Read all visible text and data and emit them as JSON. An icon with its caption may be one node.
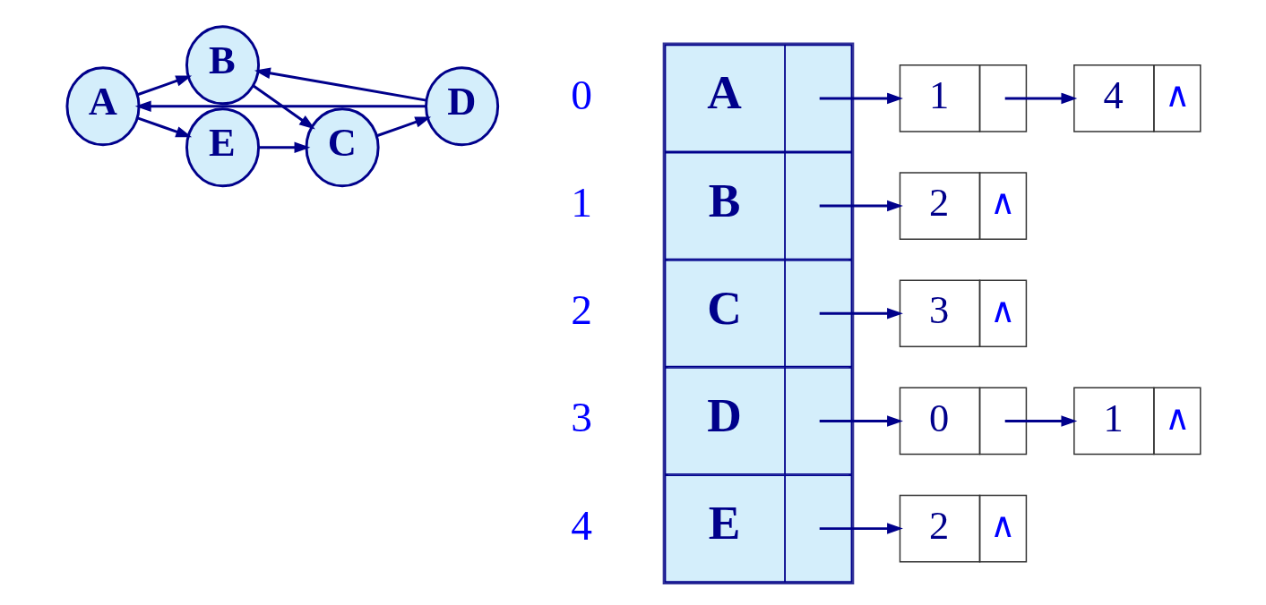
{
  "diagram": {
    "nodes": [
      {
        "text": [
          "A"
        ]
      },
      {
        "text": [
          "B"
        ]
      },
      {
        "text": [
          "C"
        ]
      },
      {
        "text": [
          "D"
        ]
      },
      {
        "text": [
          "E"
        ]
      },
      {
        "text": [],
        "shape": "box"
      },
      {
        "text": [
          "A"
        ],
        "in": 5
      },
      {
        "text": [
          "B"
        ],
        "in": 5
      },
      {
        "text": [
          "C"
        ],
        "in": 5
      },
      {
        "text": [
          "D"
        ],
        "in": 5
      },
      {
        "text": [
          "E"
        ],
        "in": 5
      },
      {
        "text": [
          "1"
        ]
      },
      {
        "text": [
          "4",
          "∧"
        ]
      },
      {
        "text": [
          "2",
          "∧"
        ]
      },
      {
        "text": [
          "3",
          "∧"
        ]
      },
      {
        "text": [
          "0"
        ]
      },
      {
        "text": [
          "1",
          "∧"
        ]
      },
      {
        "text": [
          "2",
          "∧"
        ]
      }
    ],
    "edges": [
      {
        "from": 0,
        "to": 1,
        "arrow": "to"
      },
      {
        "from": 0,
        "to": 4,
        "arrow": "to"
      },
      {
        "from": 1,
        "to": 2,
        "arrow": "to"
      },
      {
        "from": 2,
        "to": 3,
        "arrow": "to"
      },
      {
        "from": 3,
        "to": 0,
        "arrow": "to"
      },
      {
        "from": 3,
        "to": 1,
        "arrow": "to"
      },
      {
        "from": 4,
        "to": 2,
        "arrow": "to"
      },
      {
        "from": 6,
        "to": 11,
        "arrow": "to"
      },
      {
        "from": 11,
        "to": 12,
        "arrow": "to"
      },
      {
        "from": 7,
        "to": 13,
        "arrow": "to"
      },
      {
        "from": 8,
        "to": 14,
        "arrow": "to"
      },
      {
        "from": 9,
        "to": 15,
        "arrow": "to"
      },
      {
        "from": 15,
        "to": 16,
        "arrow": "to"
      },
      {
        "from": 10,
        "to": 17,
        "arrow": "to"
      }
    ],
    "labels": [
      "0",
      "1",
      "2",
      "3",
      "4"
    ]
  }
}
